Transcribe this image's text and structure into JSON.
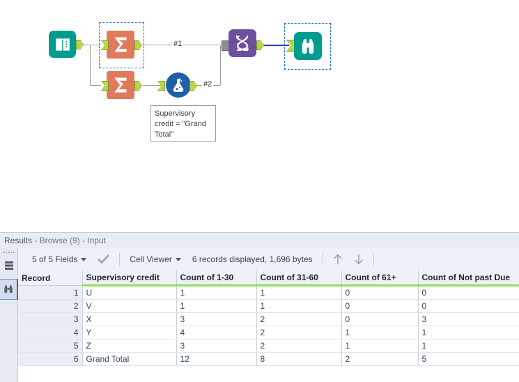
{
  "canvas": {
    "nodes": [
      {
        "id": "input-data",
        "icon": "book-icon",
        "tool": "Input Data",
        "selected": false
      },
      {
        "id": "summarize-1",
        "icon": "sigma-icon",
        "tool": "Summarize",
        "selected": true
      },
      {
        "id": "summarize-2",
        "icon": "sigma-icon",
        "tool": "Summarize",
        "selected": false
      },
      {
        "id": "formula",
        "icon": "flask-icon",
        "tool": "Formula",
        "selected": false
      },
      {
        "id": "union",
        "icon": "union-dna-icon",
        "tool": "Union",
        "selected": false
      },
      {
        "id": "browse",
        "icon": "binoculars-icon",
        "tool": "Browse",
        "selected": true
      }
    ],
    "connection_labels": {
      "first": "#1",
      "second": "#2"
    },
    "annotation": "Supervisory\ncredit = \"Grand\nTotal\"",
    "colors": {
      "teal": "#009c8e",
      "coral": "#e07a5b",
      "purple": "#6c4f9e",
      "formula_blue": "#1f5fa8",
      "anchor_green": "#b7d64b",
      "wire_gray": "#9a9a9a",
      "wire_blue": "#3333cc",
      "selection_blue": "#1a6fd4"
    }
  },
  "results": {
    "title_prefix": "Results",
    "title_sep1": " - ",
    "title_browse": "Browse (9)",
    "title_sep2": " - ",
    "title_source": "Input",
    "title_full": "Results - Browse (9) - Input",
    "toolbar": {
      "fields_label": "5 of 5 Fields",
      "check_icon": "checkmark-icon",
      "cell_viewer_label": "Cell Viewer",
      "records_label": "6 records displayed, 1,696 bytes",
      "up_arrow": "↑",
      "down_arrow": "↓"
    },
    "rail": {
      "table_icon": "table-layers-icon",
      "browse_icon": "binoculars-icon"
    },
    "table": {
      "columns": [
        "Record",
        "Supervisory credit",
        "Count of 1-30",
        "Count of 31-60",
        "Count of 61+",
        "Count of Not past Due"
      ],
      "rows": [
        {
          "record": "1",
          "supervisory_credit": "U",
          "c_1_30": "1",
          "c_31_60": "1",
          "c_61_plus": "0",
          "c_not_past_due": "0"
        },
        {
          "record": "2",
          "supervisory_credit": "V",
          "c_1_30": "1",
          "c_31_60": "1",
          "c_61_plus": "0",
          "c_not_past_due": "0"
        },
        {
          "record": "3",
          "supervisory_credit": "X",
          "c_1_30": "3",
          "c_31_60": "2",
          "c_61_plus": "0",
          "c_not_past_due": "3"
        },
        {
          "record": "4",
          "supervisory_credit": "Y",
          "c_1_30": "4",
          "c_31_60": "2",
          "c_61_plus": "1",
          "c_not_past_due": "1"
        },
        {
          "record": "5",
          "supervisory_credit": "Z",
          "c_1_30": "3",
          "c_31_60": "2",
          "c_61_plus": "1",
          "c_not_past_due": "1"
        },
        {
          "record": "6",
          "supervisory_credit": "Grand Total",
          "c_1_30": "12",
          "c_31_60": "8",
          "c_61_plus": "2",
          "c_not_past_due": "5"
        }
      ]
    }
  }
}
